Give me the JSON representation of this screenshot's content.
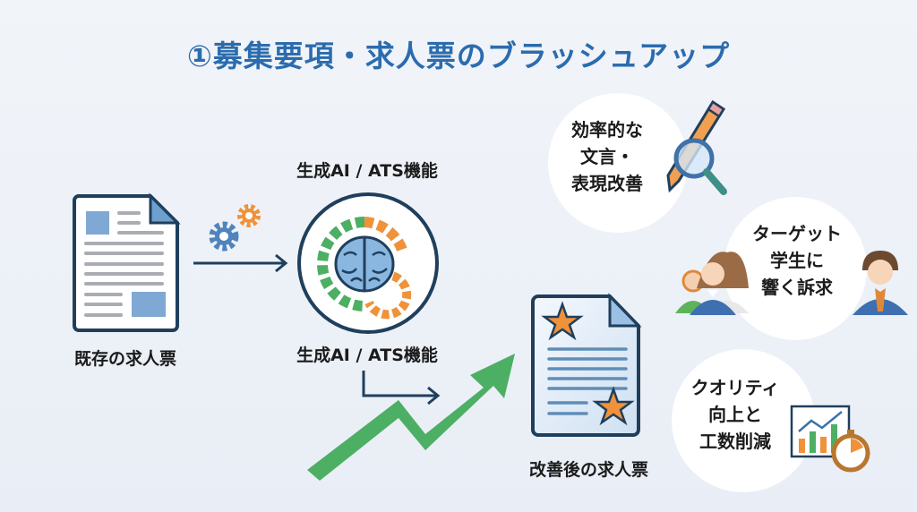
{
  "title": "①募集要項・求人票のブラッシュアップ",
  "existing_doc": {
    "label": "既存の求人票",
    "icon": "document-icon"
  },
  "ai": {
    "label_top": "生成AI / ATS機能",
    "label_bottom": "生成AI / ATS機能",
    "icon": "brain-gears-icon"
  },
  "improved_doc": {
    "label": "改善後の求人票",
    "icon": "starred-document-icon"
  },
  "benefits": [
    {
      "lines": [
        "効率的な",
        "文言・",
        "表現改善"
      ],
      "icon": "pencil-magnifier-icon"
    },
    {
      "lines": [
        "ターゲット",
        "学生に",
        "響く訴求"
      ],
      "icon": "people-icon"
    },
    {
      "lines": [
        "クオリティ",
        "向上と",
        "工数削減"
      ],
      "icon": "chart-stopwatch-icon"
    }
  ],
  "colors": {
    "title": "#2b6cae",
    "navy": "#1f3f5c",
    "blue": "#6d9fcf",
    "orange": "#f0923a",
    "green": "#4caf64"
  }
}
